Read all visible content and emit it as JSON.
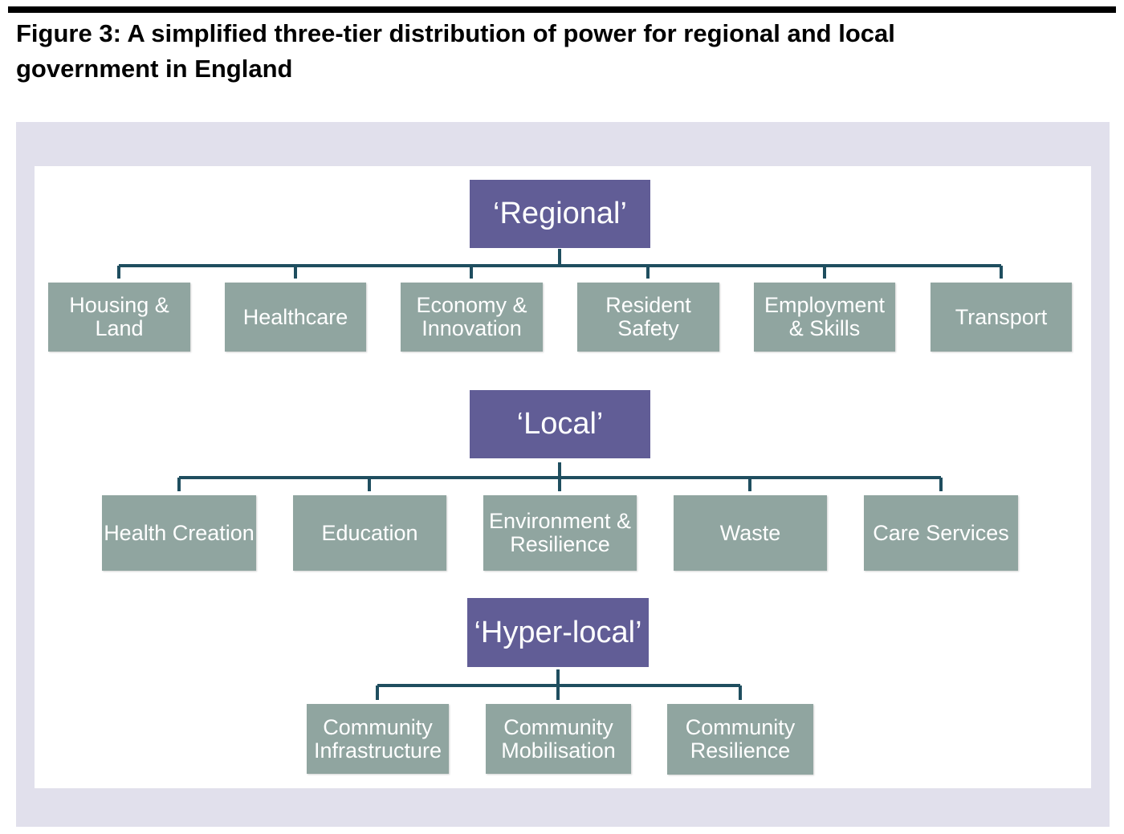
{
  "figure": {
    "title": "Figure 3: A simplified three-tier distribution of power for regional and local government in England"
  },
  "colors": {
    "frame": "#e1e0ec",
    "tier_header": "#615d96",
    "node": "#90a5a0",
    "connector": "#1f4e5f"
  },
  "tiers": [
    {
      "label": "‘Regional’",
      "items": [
        "Housing & Land",
        "Healthcare",
        "Economy & Innovation",
        "Resident Safety",
        "Employment & Skills",
        "Transport"
      ]
    },
    {
      "label": "‘Local’",
      "items": [
        "Health Creation",
        "Education",
        "Environment & Resilience",
        "Waste",
        "Care Services"
      ]
    },
    {
      "label": "‘Hyper-local’",
      "items": [
        "Community Infrastructure",
        "Community Mobilisation",
        "Community Resilience"
      ]
    }
  ]
}
